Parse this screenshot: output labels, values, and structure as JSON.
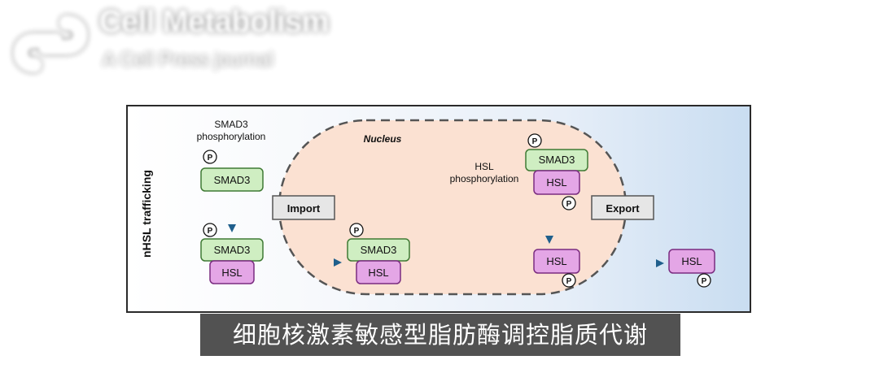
{
  "watermark": {
    "title": "Cell Metabolism",
    "subtitle": "A Cell Press journal",
    "icon": "cell-press-logo"
  },
  "figure": {
    "side_label": "nHSL trafficking",
    "nucleus_label": "Nucleus",
    "smad3_phos_label_line1": "SMAD3",
    "smad3_phos_label_line2": "phosphorylation",
    "hsl_phos_label_line1": "HSL",
    "hsl_phos_label_line2": "phosphorylation",
    "import_label": "Import",
    "export_label": "Export",
    "smad3": "SMAD3",
    "hsl": "HSL",
    "phospho": "P",
    "colors": {
      "smad3_fill": "#cfeec2",
      "smad3_stroke": "#3f7a34",
      "hsl_fill": "#e4a6e6",
      "hsl_stroke": "#7a2c80",
      "nucleus_fill": "#fbe1d2",
      "arrow": "#1f5f8c",
      "box_fill": "#e6e6e6"
    }
  },
  "caption": {
    "text": "细胞核激素敏感型脂肪酶调控脂质代谢"
  }
}
